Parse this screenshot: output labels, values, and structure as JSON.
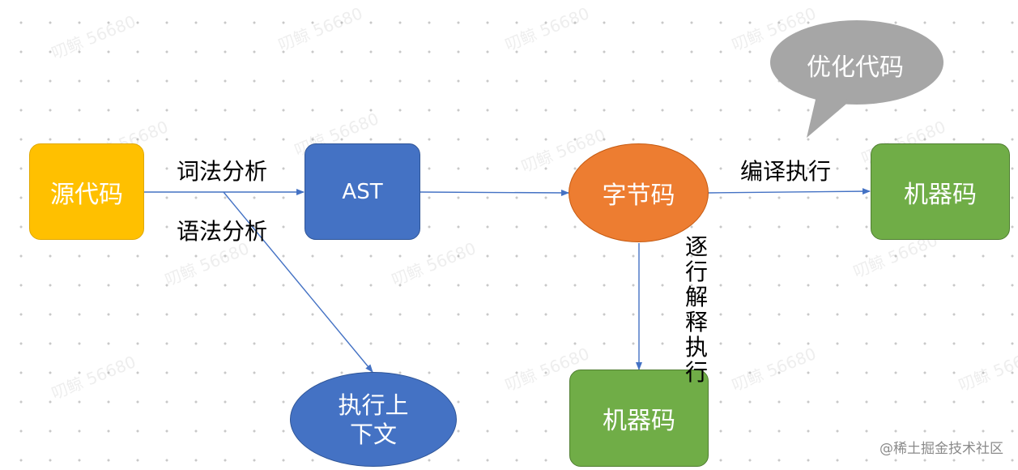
{
  "watermark": "叨鲸 56680",
  "nodes": {
    "source_code": "源代码",
    "ast": "AST",
    "bytecode": "字节码",
    "machine_code_top": "机器码",
    "machine_code_bottom": "机器码",
    "exec_context": "执行上下文",
    "optimize": "优化代码"
  },
  "edges": {
    "lexical": "词法分析",
    "syntax": "语法分析",
    "compile_exec": "编译执行",
    "interpret_exec": "逐行解释执行"
  },
  "footer": "@稀土掘金技术社区",
  "colors": {
    "source": "#FFC000",
    "ast": "#4472C4",
    "bytecode": "#ED7D31",
    "machine": "#70AD47",
    "context": "#4472C4",
    "bubble": "#A6A6A6",
    "arrow": "#4472C4"
  }
}
